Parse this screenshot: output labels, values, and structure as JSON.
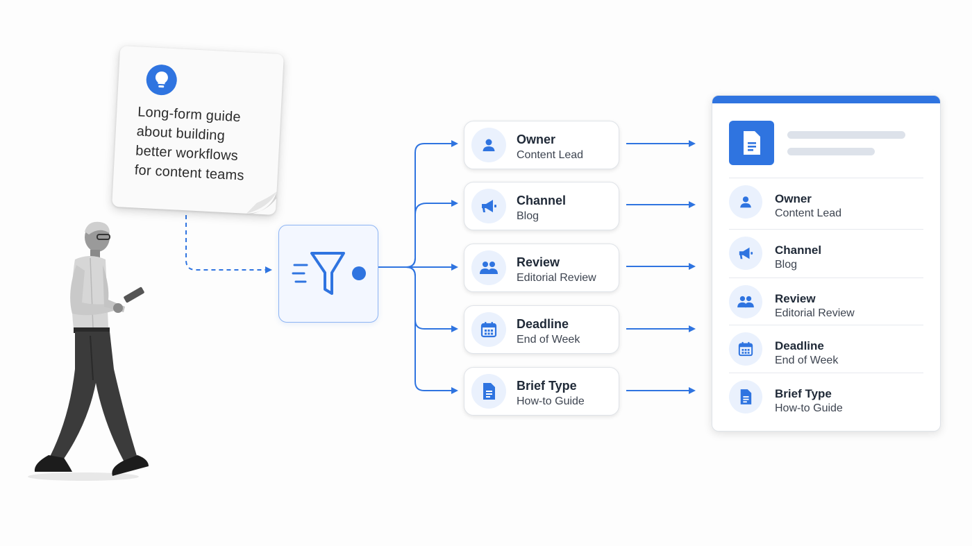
{
  "note": {
    "lines": [
      "Long-form guide",
      "about building",
      "better workflows",
      "for content teams"
    ],
    "icon": "lightbulb-icon"
  },
  "funnel": {
    "icon": "filter-funnel-icon"
  },
  "fields": [
    {
      "label": "Owner",
      "value": "Content Lead",
      "icon": "person-icon"
    },
    {
      "label": "Channel",
      "value": "Blog",
      "icon": "megaphone-icon"
    },
    {
      "label": "Review",
      "value": "Editorial Review",
      "icon": "group-icon"
    },
    {
      "label": "Deadline",
      "value": "End of Week",
      "icon": "calendar-icon"
    },
    {
      "label": "Brief Type",
      "value": "How-to Guide",
      "icon": "document-icon"
    }
  ],
  "output_doc": {
    "icon": "document-icon"
  },
  "colors": {
    "accent": "#2f74e0",
    "accent_light": "#eaf1fd",
    "border": "#dfe3e8"
  }
}
